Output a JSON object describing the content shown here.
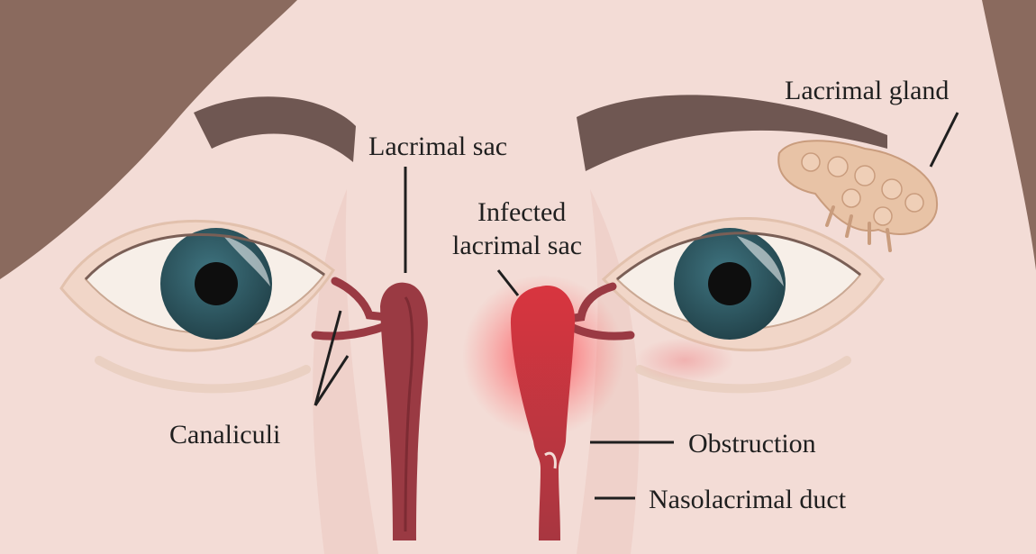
{
  "labels": {
    "lacrimal_gland": "Lacrimal gland",
    "lacrimal_sac": "Lacrimal sac",
    "infected_line1": "Infected",
    "infected_line2": "lacrimal sac",
    "canaliculi": "Canaliculi",
    "obstruction": "Obstruction",
    "nasolacrimal_duct": "Nasolacrimal duct"
  },
  "colors": {
    "skin": "#f3dcd6",
    "hair": "#8a6a5e",
    "brow": "#6f5752",
    "iris": "#2e5963",
    "sclera": "#f7efe8",
    "duct": "#9a3a43",
    "infection": "#e5333f",
    "gland": "#e8c3a6",
    "leader_line": "#1f1f1f"
  }
}
